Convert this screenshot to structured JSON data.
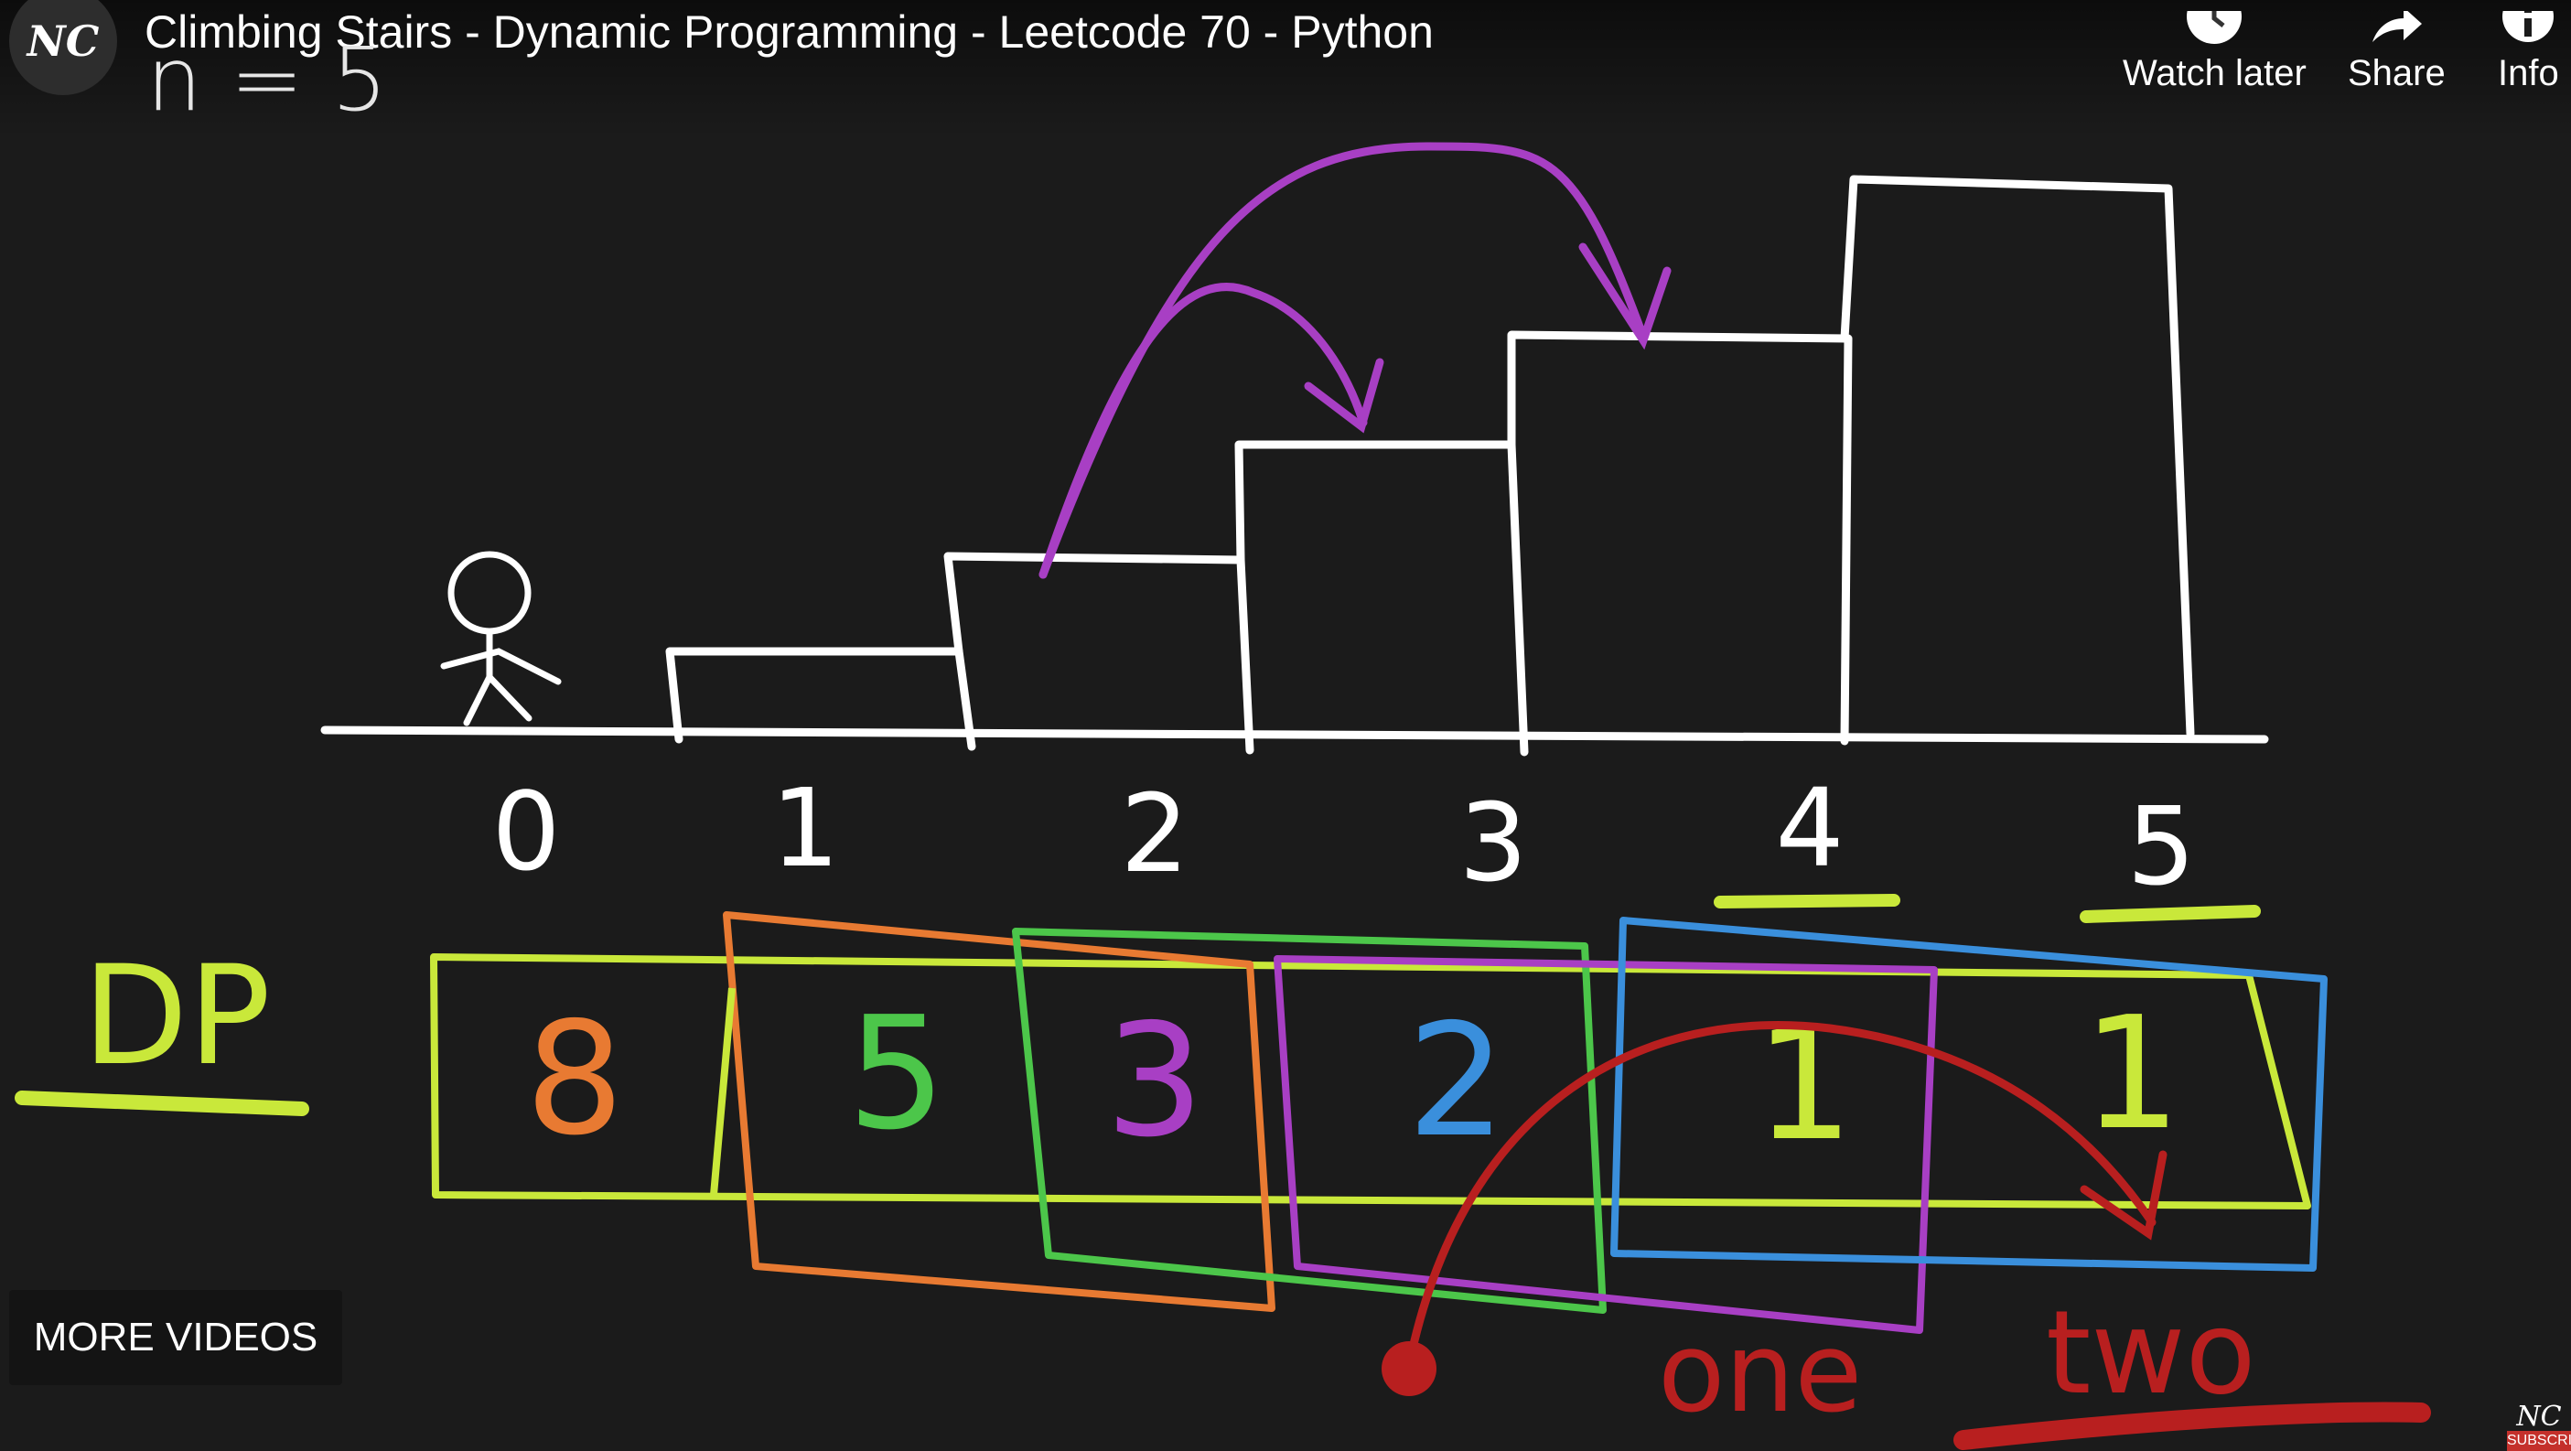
{
  "header": {
    "channel_logo_text": "NC",
    "title": "Climbing Stairs - Dynamic Programming - Leetcode 70 - Python"
  },
  "actions": {
    "watch_later": {
      "label": "Watch later",
      "icon": "clock-icon"
    },
    "share": {
      "label": "Share",
      "icon": "share-arrow-icon"
    },
    "info": {
      "label": "Info",
      "icon": "info-icon"
    }
  },
  "drawing": {
    "n_label": "n = 5",
    "step_numbers": [
      "0",
      "1",
      "2",
      "3",
      "4",
      "5"
    ],
    "dp_label": "DP",
    "dp_values": [
      "8",
      "5",
      "3",
      "2",
      "1",
      "1"
    ],
    "annotation_one": "one",
    "annotation_two": "two",
    "colors": {
      "background": "#1b1b1b",
      "chalk": "#ffffff",
      "yellow": "#c9e83a",
      "orange": "#e87a32",
      "green": "#4cc64a",
      "purple": "#a83fc4",
      "blue": "#3a8fdc",
      "red": "#b81f1f"
    }
  },
  "controls": {
    "more_videos": "MORE VIDEOS",
    "watermark_logo": "NC",
    "watermark_text": "SUBSCRIBE"
  }
}
